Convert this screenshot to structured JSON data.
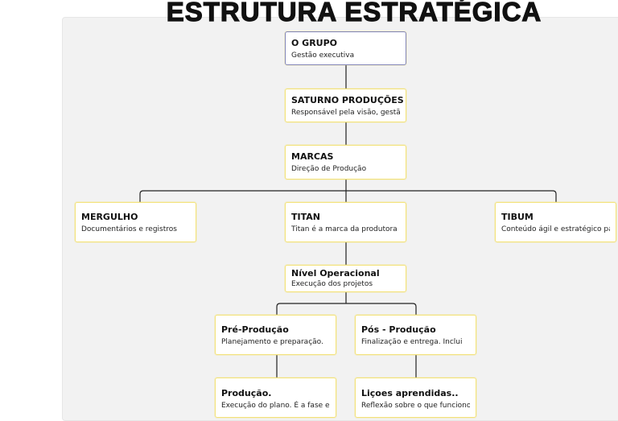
{
  "title": "ESTRUTURA ESTRATÉGICA",
  "colors": {
    "root_border": "#7f83b8",
    "node_border": "#f3e27a",
    "connector": "#222222",
    "canvas": "#f2f2f2"
  },
  "nodes": [
    {
      "title": "O GRUPO",
      "desc": "Gestão executiva"
    },
    {
      "title": "SATURNO PRODUÇÕES",
      "desc": "Responsável pela visão, gestão e"
    },
    {
      "title": "MARCAS",
      "desc": "Direção de Produção"
    },
    {
      "title": "MERGULHO",
      "desc": "Documentários e registros"
    },
    {
      "title": "TITAN",
      "desc": "Titan é a marca da produtora"
    },
    {
      "title": "TIBUM",
      "desc": "Conteúdo ágil e estratégico para"
    },
    {
      "title": "Nível Operacional",
      "desc": "Execução dos projetos"
    },
    {
      "title": "Pré-Produção",
      "desc": "Planejamento e preparação."
    },
    {
      "title": "Pós - Produção",
      "desc": "Finalização e entrega. Inclui"
    },
    {
      "title": "Produção.",
      "desc": "Execução do plano. É a fase em"
    },
    {
      "title": "Liçoes aprendidas..",
      "desc": "Reflexão sobre o que funcionou"
    }
  ]
}
